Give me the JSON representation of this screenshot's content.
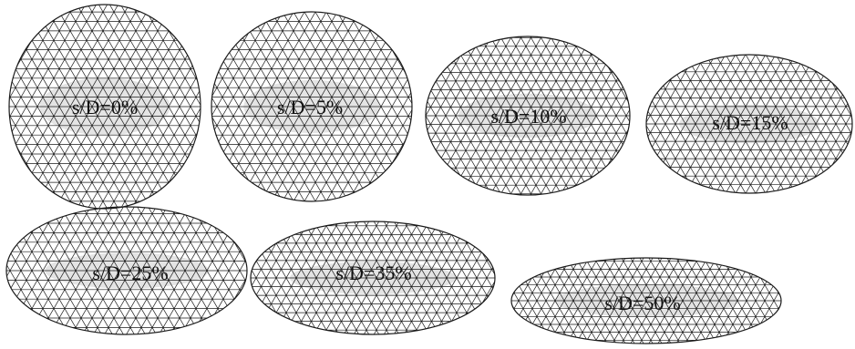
{
  "figure": {
    "panels": [
      {
        "label": "s/D=0%",
        "deformation_percent": 0
      },
      {
        "label": "s/D=5%",
        "deformation_percent": 5
      },
      {
        "label": "s/D=10%",
        "deformation_percent": 10
      },
      {
        "label": "s/D=15%",
        "deformation_percent": 15
      },
      {
        "label": "s/D=25%",
        "deformation_percent": 25
      },
      {
        "label": "s/D=35%",
        "deformation_percent": 35
      },
      {
        "label": "s/D=50%",
        "deformation_percent": 50
      }
    ],
    "colors": {
      "mesh_line": "#1a1a1a",
      "core_fill": "#e4e4e4",
      "background": "#ffffff"
    }
  }
}
